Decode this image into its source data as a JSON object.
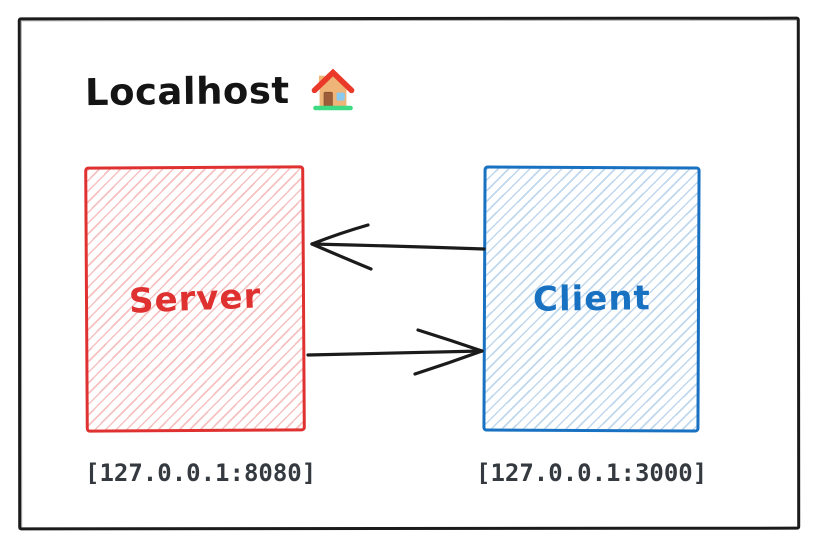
{
  "diagram": {
    "title": "Localhost",
    "title_icon": "house-icon",
    "nodes": [
      {
        "id": "server",
        "label": "Server",
        "address": "[127.0.0.1:8080]",
        "color": "#e03131",
        "fill_style": "hachure"
      },
      {
        "id": "client",
        "label": "Client",
        "address": "[127.0.0.1:3000]",
        "color": "#1971c2",
        "fill_style": "hachure"
      }
    ],
    "edges": [
      {
        "from": "client",
        "to": "server",
        "style": "open-arrowhead",
        "color": "#1b1b1b"
      },
      {
        "from": "server",
        "to": "client",
        "style": "open-arrowhead",
        "color": "#1b1b1b"
      }
    ],
    "colors": {
      "frame_stroke": "#1b1b1b",
      "server_accent": "#e03131",
      "client_accent": "#1971c2",
      "address_text": "#343a40",
      "background": "#ffffff"
    }
  }
}
